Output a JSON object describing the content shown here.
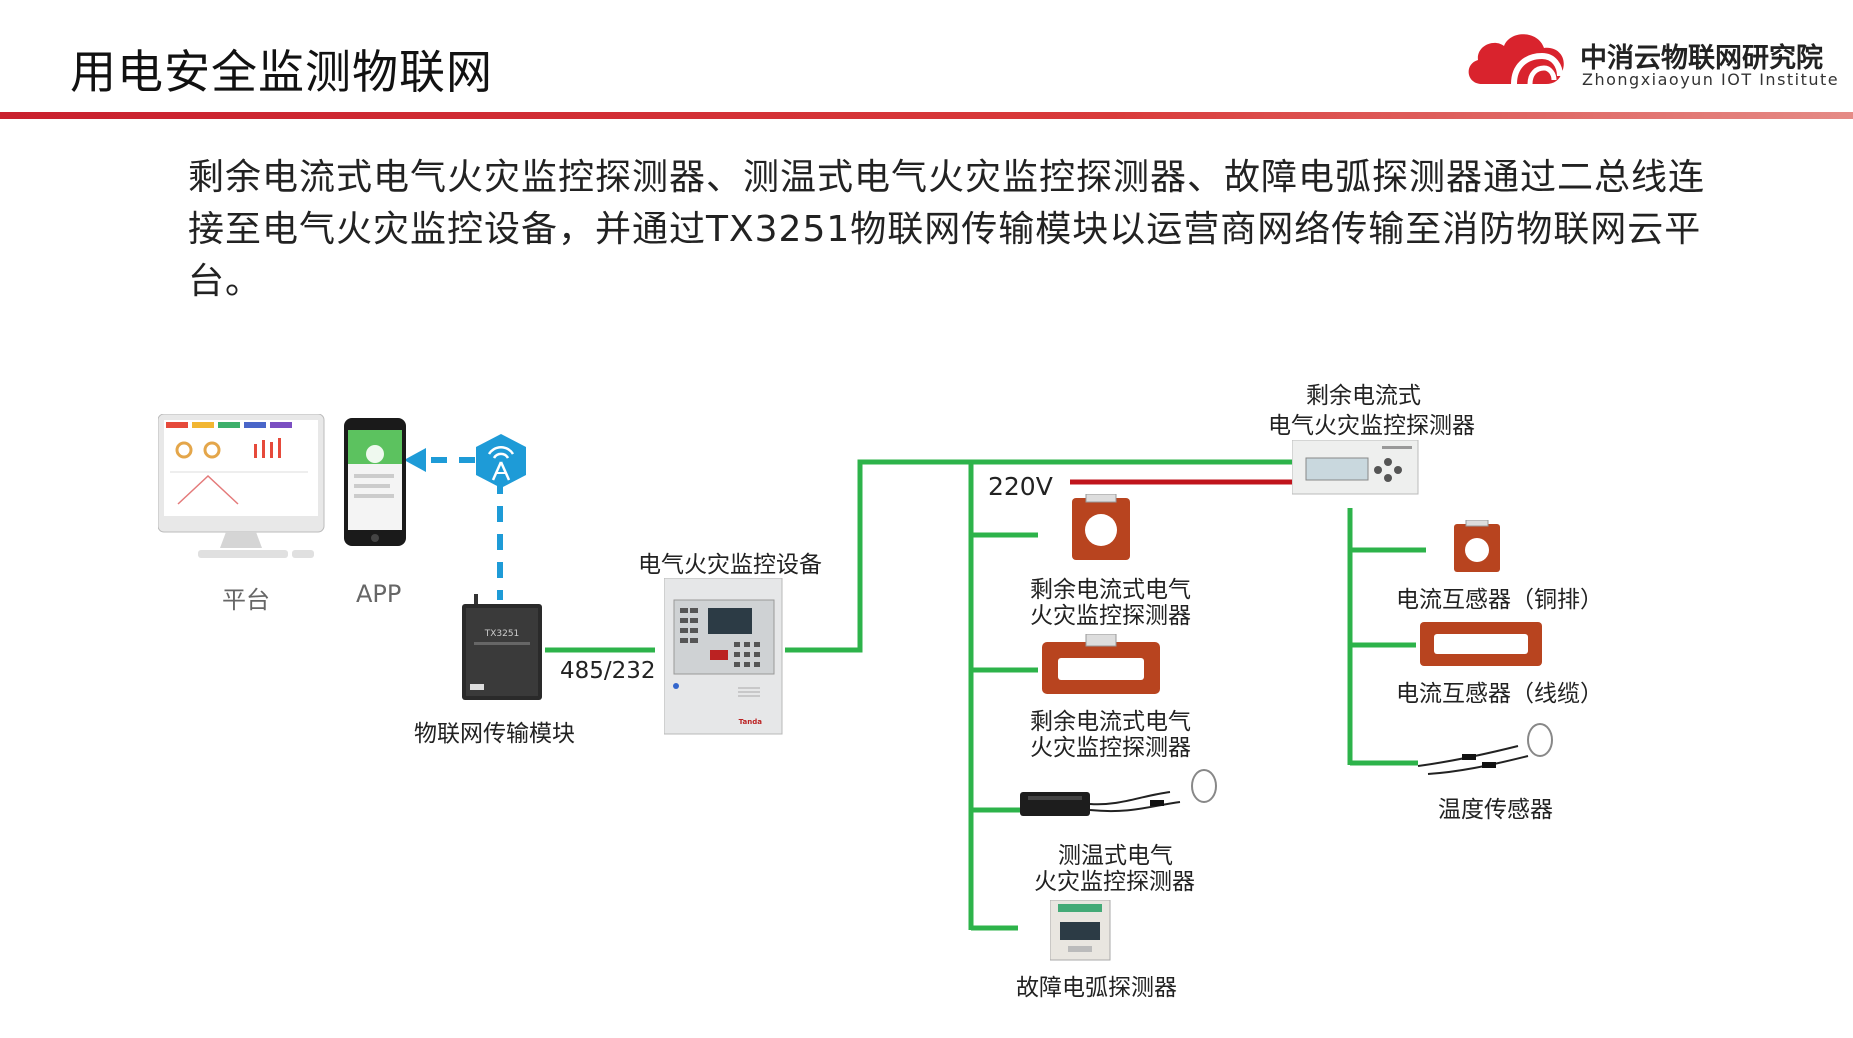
{
  "header": {
    "title": "用电安全监测物联网",
    "logo_cn": "中消云物联网研究院",
    "logo_en": "Zhongxiaoyun IOT Institute"
  },
  "description": "剩余电流式电气火灾监控探测器、测温式电气火灾监控探测器、故障电弧探测器通过二总线连接至电气火灾监控设备，并通过TX3251物联网传输模块以运营商网络传输至消防物联网云平台。",
  "diagram": {
    "platform_label": "平台",
    "app_label": "APP",
    "module_label": "物联网传输模块",
    "module_device_text": "TX3251",
    "link_label": "485/232",
    "controller_label": "电气火灾监控设备",
    "controller_brand": "Tanda",
    "voltage_label": "220V",
    "top_detector_label_1": "剩余电流式",
    "top_detector_label_2": "电气火灾监控探测器",
    "left_branch": [
      {
        "line1": "剩余电流式电气",
        "line2": "火灾监控探测器"
      },
      {
        "line1": "剩余电流式电气",
        "line2": "火灾监控探测器"
      },
      {
        "line1": "测温式电气",
        "line2": "火灾监控探测器"
      },
      {
        "line1": "故障电弧探测器",
        "line2": ""
      }
    ],
    "right_branch": [
      {
        "label": "电流互感器（铜排）"
      },
      {
        "label": "电流互感器（线缆）"
      },
      {
        "label": "温度传感器"
      }
    ]
  },
  "colors": {
    "accent_red": "#c9202e",
    "wire_green": "#2db34a",
    "signal_blue": "#1e9bd7",
    "power_red": "#c0141c"
  }
}
